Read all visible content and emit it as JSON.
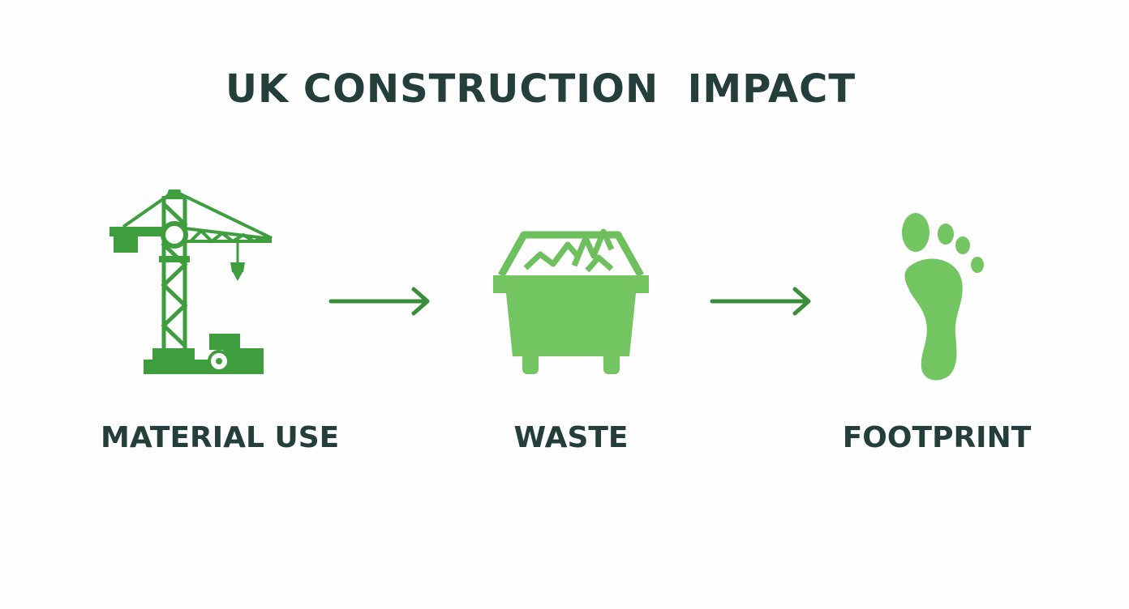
{
  "title": "UK CONSTRUCTION  IMPACT",
  "colors": {
    "title_text": "#243f3b",
    "label_text": "#243f3b",
    "icon_dark_green": "#3e9e3e",
    "icon_light_green": "#72c561",
    "arrow_green": "#3a8e3a",
    "background": "#fdfefd"
  },
  "steps": [
    {
      "label": "MATERIAL USE",
      "icon": "crane-icon"
    },
    {
      "label": "WASTE",
      "icon": "skip-bin-icon"
    },
    {
      "label": "FOOTPRINT",
      "icon": "footprint-icon"
    }
  ],
  "arrows": [
    {
      "icon": "arrow-right-icon"
    },
    {
      "icon": "arrow-right-icon"
    }
  ]
}
